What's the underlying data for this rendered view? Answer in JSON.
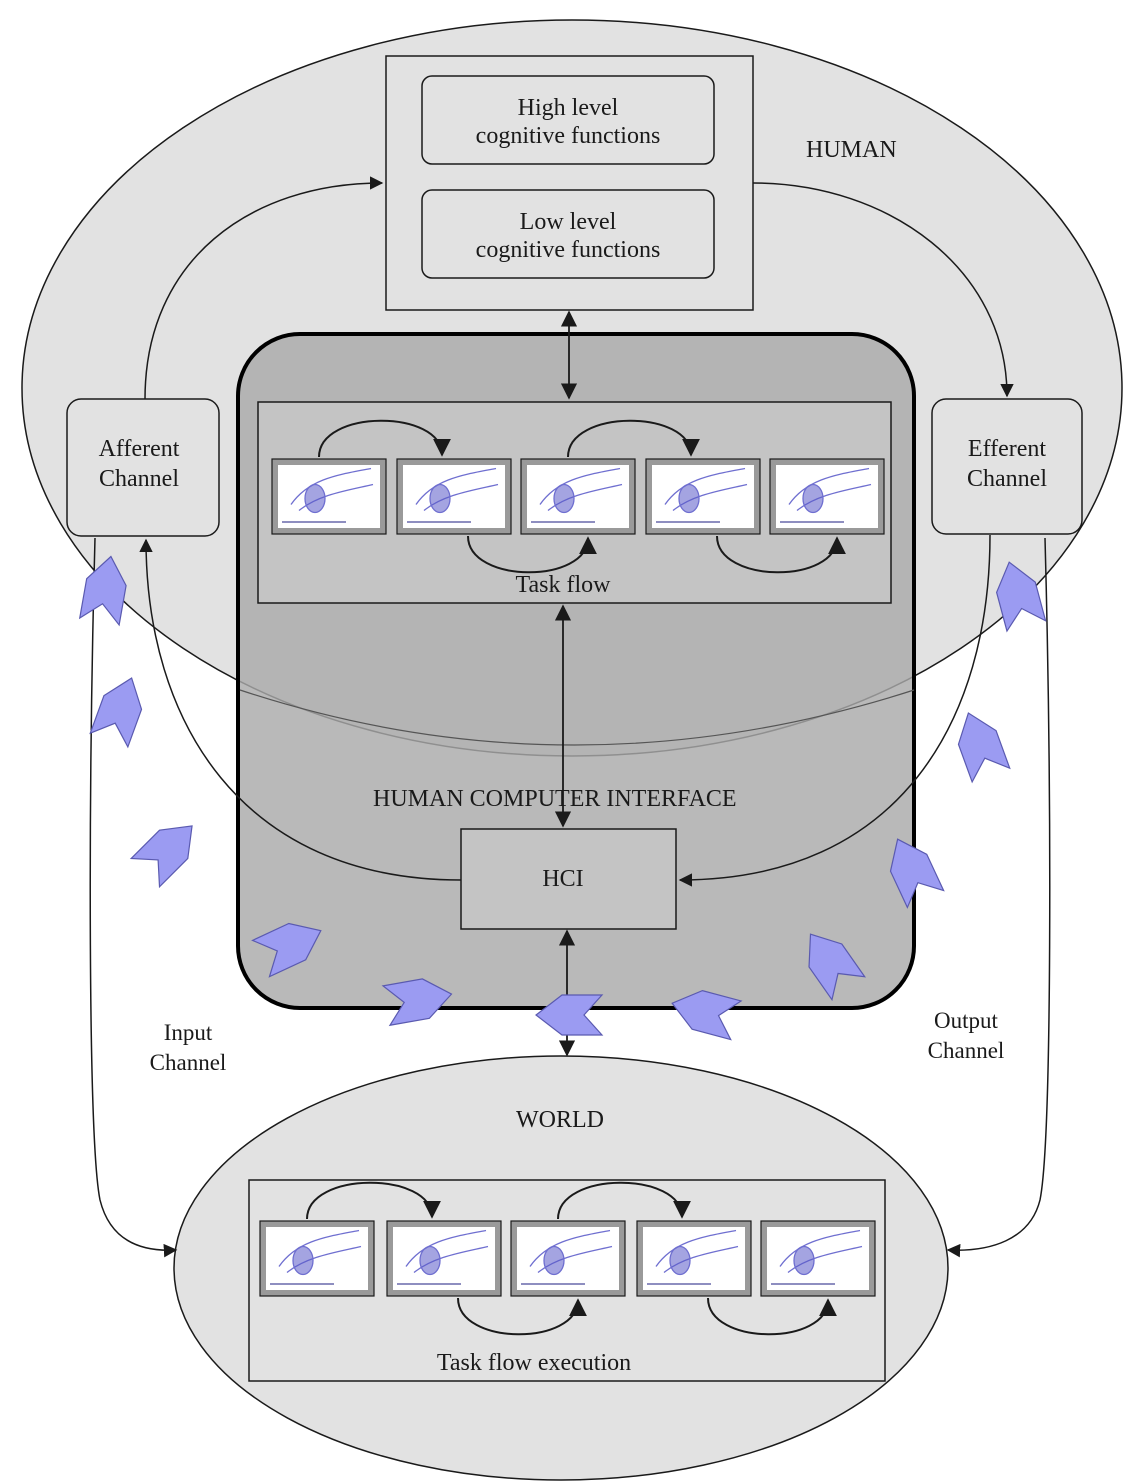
{
  "human": {
    "label": "HUMAN"
  },
  "cognition": {
    "high": [
      "High level",
      "cognitive functions"
    ],
    "low": [
      "Low level",
      "cognitive functions"
    ]
  },
  "afferent": [
    "Afferent",
    "Channel"
  ],
  "efferent": [
    "Efferent",
    "Channel"
  ],
  "task_flow": {
    "label": "Task flow",
    "frames": 5
  },
  "hci_section": {
    "label": "HUMAN COMPUTER INTERFACE"
  },
  "hci_box": {
    "label": "HCI"
  },
  "input_channel": [
    "Input",
    "Channel"
  ],
  "output_channel": [
    "Output",
    "Channel"
  ],
  "world": {
    "label": "WORLD"
  },
  "task_flow_execution": {
    "label": "Task flow execution",
    "frames": 5
  },
  "colors": {
    "ellipse_fill": "#e2e2e2",
    "hci_fill": "#a9a9a9",
    "panel_fill": "#c4c4c4",
    "chevron_fill": "#9b9bf2",
    "chevron_stroke": "#5a5ab0",
    "frame_fill": "#ffffff",
    "ink": "#2b2b2b"
  },
  "icons": {
    "input_chevrons": "chevron-arrow-icon",
    "output_chevrons": "chevron-arrow-icon",
    "task_frames": "hand-drawing-icon"
  }
}
